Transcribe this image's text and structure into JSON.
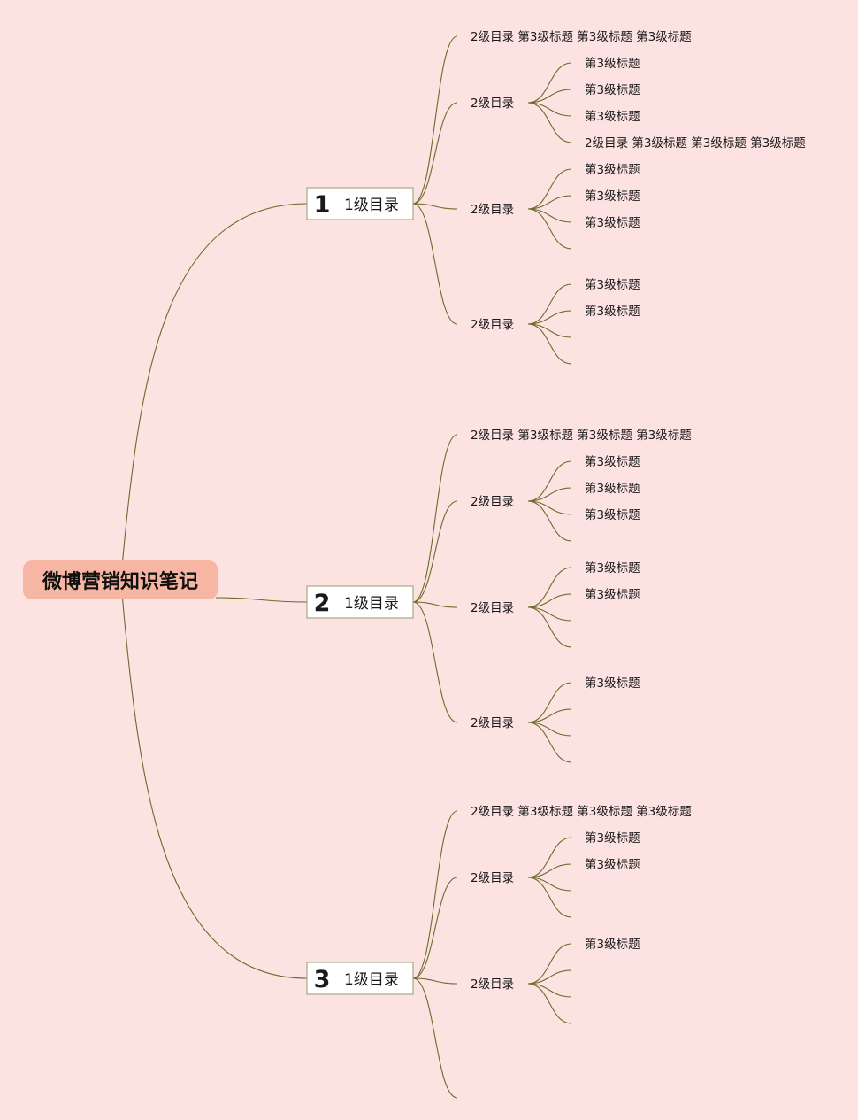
{
  "root": {
    "title": "微博营销知识笔记",
    "color": "#f7b6a4"
  },
  "colors": {
    "line": "#6b6b2a",
    "background": "#fde2e2"
  },
  "level1": [
    {
      "badge": "1",
      "badge_color": "#d8233a",
      "label": "1级目录",
      "children": [
        {
          "label": "2级目录",
          "inline_leaves": [
            "第3级标题",
            "第3级标题",
            "第3级标题"
          ]
        },
        {
          "label": "2级目录",
          "leaves": [
            "第3级标题",
            "第3级标题",
            "第3级标题",
            "2级目录 第3级标题 第3级标题 第3级标题"
          ]
        },
        {
          "label": "2级目录",
          "leaves": [
            "第3级标题",
            "第3级标题",
            "第3级标题",
            ""
          ]
        },
        {
          "label": "2级目录",
          "leaves": [
            "第3级标题",
            "第3级标题",
            "",
            ""
          ]
        }
      ]
    },
    {
      "badge": "2",
      "badge_color": "#f3cd3a",
      "label": "1级目录",
      "children": [
        {
          "label": "2级目录",
          "inline_leaves": [
            "第3级标题",
            "第3级标题",
            "第3级标题"
          ]
        },
        {
          "label": "2级目录",
          "leaves": [
            "第3级标题",
            "第3级标题",
            "第3级标题",
            ""
          ]
        },
        {
          "label": "2级目录",
          "leaves": [
            "第3级标题",
            "第3级标题",
            "",
            ""
          ]
        },
        {
          "label": "2级目录",
          "leaves": [
            "第3级标题",
            "",
            "",
            ""
          ]
        }
      ]
    },
    {
      "badge": "3",
      "badge_color": "#2b9be0",
      "label": "1级目录",
      "children": [
        {
          "label": "2级目录",
          "inline_leaves": [
            "第3级标题",
            "第3级标题",
            "第3级标题"
          ]
        },
        {
          "label": "2级目录",
          "leaves": [
            "第3级标题",
            "第3级标题",
            "",
            ""
          ]
        },
        {
          "label": "2级目录",
          "leaves": [
            "第3级标题",
            "",
            "",
            ""
          ]
        },
        {
          "label": "",
          "leaves": []
        }
      ]
    }
  ]
}
